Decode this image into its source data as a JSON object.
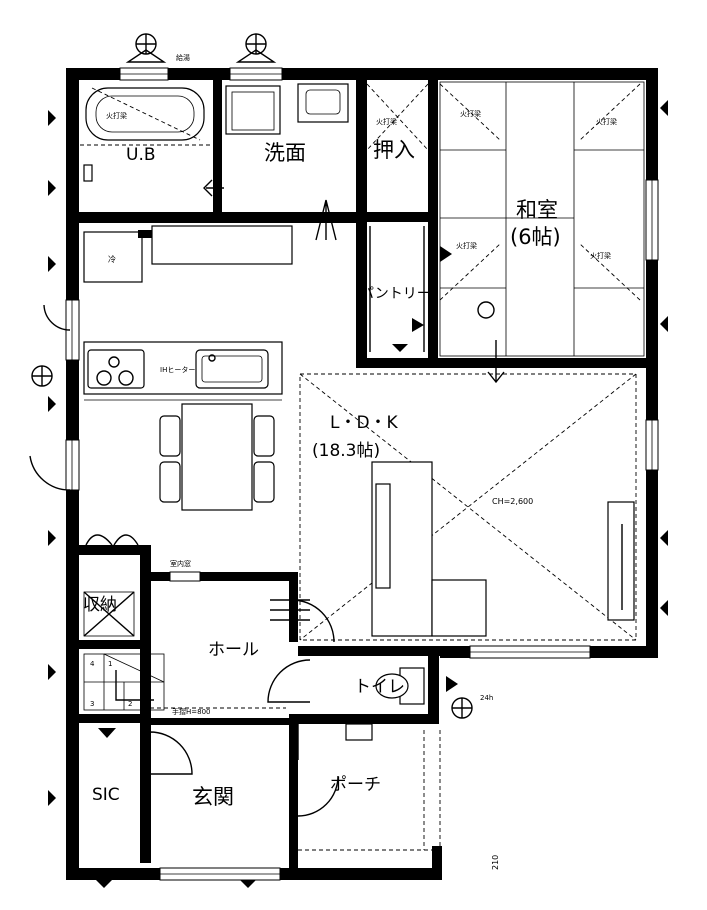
{
  "rooms": {
    "bath": "U.B",
    "washroom": "洗面",
    "closet": "押入",
    "japanese_room": "和室",
    "japanese_room_size": "(6帖)",
    "pantry": "パントリー",
    "ldk": "L・D・K",
    "ldk_size": "(18.3帖)",
    "storage": "収納",
    "hall": "ホール",
    "toilet": "トイレ",
    "sic": "SIC",
    "entrance": "玄関",
    "porch": "ポーチ"
  },
  "labels": {
    "fire_alarm": "火打梁",
    "fridge": "冷",
    "ih_heater": "IHヒーター",
    "ceiling_height": "CH=2,600",
    "indoor_window": "室内窓",
    "handrail": "手摺H=800",
    "ventilation_top": "給湯",
    "fan_24h": "24h",
    "dimension_210": "210",
    "stair_numbers": [
      "4",
      "1",
      "2",
      "3"
    ]
  }
}
